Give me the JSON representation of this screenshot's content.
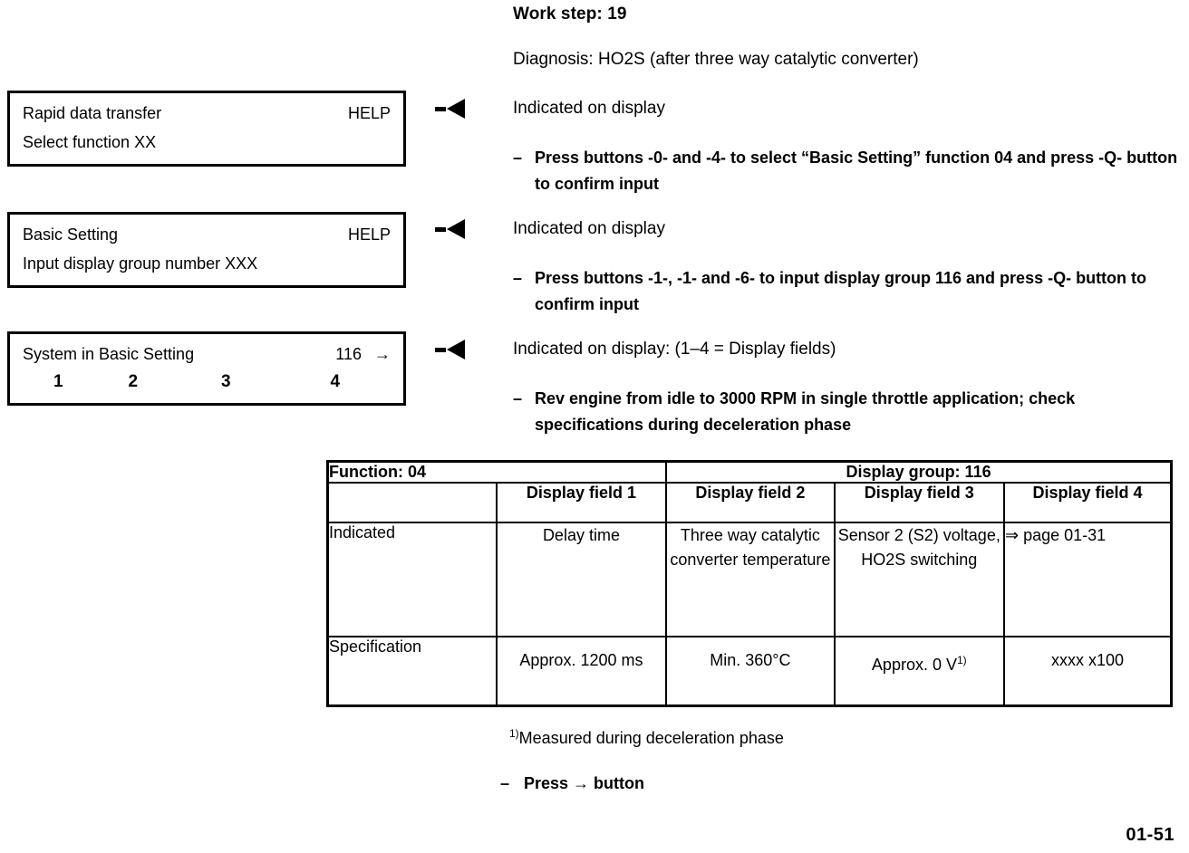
{
  "header": {
    "work_step_label": "Work step: 19",
    "diagnosis_label": "Diagnosis: HO2S (after three way catalytic converter)"
  },
  "displays": [
    {
      "line1_left": "Rapid data transfer",
      "line1_right": "HELP",
      "line2": "Select function XX"
    },
    {
      "line1_left": "Basic Setting",
      "line1_right": "HELP",
      "line2": "Input display group number XXX"
    },
    {
      "line1_left": "System in Basic Setting",
      "line1_value": "116",
      "line1_arrow": "→",
      "fields": [
        "1",
        "2",
        "3",
        "4"
      ]
    }
  ],
  "instructions": [
    {
      "heading": "Indicated on display",
      "bullet_dash": "–",
      "bullet_text": "Press buttons -0- and -4- to select “Basic Setting” function 04 and press -Q- button to confirm input"
    },
    {
      "heading": "Indicated on display",
      "bullet_dash": "–",
      "bullet_text": "Press buttons -1-, -1- and -6- to input display group 116 and press -Q- button to confirm input"
    },
    {
      "heading": "Indicated on display: (1–4 = Display fields)",
      "bullet_dash": "–",
      "bullet_text": "Rev engine from idle to 3000 RPM in single throttle application; check specifications during deceleration phase"
    }
  ],
  "table": {
    "function_label": "Function: 04",
    "display_group_label": "Display group: 116",
    "column_headers": [
      "",
      "Display field 1",
      "Display field 2",
      "Display field 3",
      "Display field 4"
    ],
    "rows": [
      {
        "label": "Indicated",
        "cells": [
          "Delay time",
          "Three way catalytic converter temperature",
          "Sensor 2 (S2) voltage, HO2S switching",
          "⇒ page 01-31"
        ]
      },
      {
        "label": "Specification",
        "cells": [
          "Approx. 1200 ms",
          "Min. 360°C",
          "Approx. 0 V",
          "xxxx x100"
        ],
        "cell3_superscript": "1)"
      }
    ]
  },
  "footnote": {
    "marker": "1)",
    "text": "Measured during deceleration phase"
  },
  "final_instruction": {
    "dash": "–",
    "text": "Press → button"
  },
  "page_number": "01-51"
}
